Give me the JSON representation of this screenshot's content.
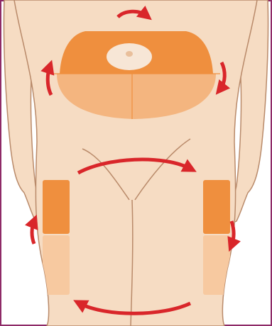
{
  "figure": {
    "subject": "front-body-outline",
    "frame_color": "#8e2a67",
    "background_color": "#ffffff"
  },
  "colors": {
    "skin": "#f6dcc3",
    "skin_shadow": "#e9bf9b",
    "outline": "#b98a6a",
    "zone_dark": "#ef8f3e",
    "zone_light": "#f4b57f",
    "zone_lighter": "#f7c9a0",
    "arrow": "#d9262a",
    "navel": "#f7e6d6"
  },
  "zones": [
    {
      "id": "abdomen-upper",
      "shade": "zone_dark"
    },
    {
      "id": "abdomen-lower",
      "shade": "zone_light"
    },
    {
      "id": "left-thigh-upper",
      "shade": "zone_dark"
    },
    {
      "id": "left-thigh-lower",
      "shade": "zone_lighter"
    },
    {
      "id": "right-thigh-upper",
      "shade": "zone_dark"
    },
    {
      "id": "right-thigh-lower",
      "shade": "zone_lighter"
    }
  ],
  "rotation_arrows": [
    {
      "id": "top-arrow",
      "direction": "clockwise"
    },
    {
      "id": "right-waist-arrow",
      "direction": "down"
    },
    {
      "id": "left-waist-arrow",
      "direction": "up"
    },
    {
      "id": "groin-arrow",
      "direction": "left-to-right"
    },
    {
      "id": "left-thigh-arrow",
      "direction": "up"
    },
    {
      "id": "right-thigh-arrow",
      "direction": "down"
    },
    {
      "id": "bottom-arrow",
      "direction": "right-to-left"
    }
  ]
}
